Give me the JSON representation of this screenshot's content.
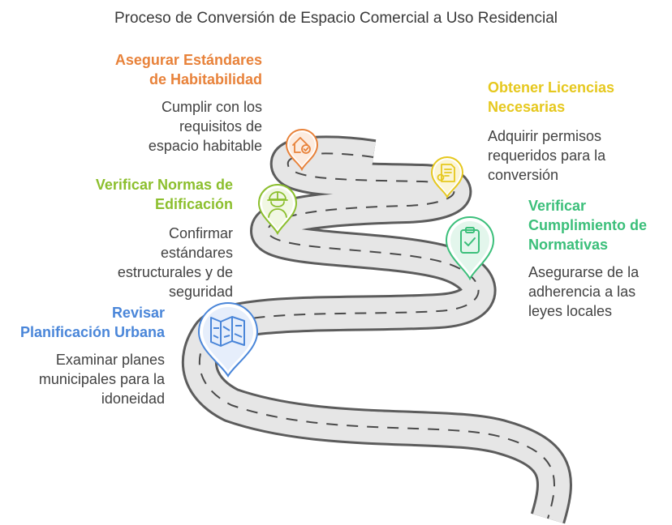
{
  "title": "Proceso de Conversión de Espacio Comercial a Uso Residencial",
  "steps": [
    {
      "title_lines": [
        "Revisar",
        "Planificación Urbana"
      ],
      "desc_lines": [
        "Examinar planes",
        "municipales para la",
        "idoneidad"
      ],
      "color": "#4a86d9",
      "icon": "city-map-icon"
    },
    {
      "title_lines": [
        "Verificar Normas de",
        "Edificación"
      ],
      "desc_lines": [
        "Confirmar",
        "estándares",
        "estructurales y de",
        "seguridad"
      ],
      "color": "#8cbf2e",
      "icon": "construction-worker-icon"
    },
    {
      "title_lines": [
        "Asegurar Estándares",
        "de Habitabilidad"
      ],
      "desc_lines": [
        "Cumplir con los",
        "requisitos de",
        "espacio habitable"
      ],
      "color": "#e8823a",
      "icon": "house-check-icon"
    },
    {
      "title_lines": [
        "Obtener Licencias",
        "Necesarias"
      ],
      "desc_lines": [
        "Adquirir permisos",
        "requeridos para la",
        "conversión"
      ],
      "color": "#e6c81e",
      "icon": "license-document-icon"
    },
    {
      "title_lines": [
        "Verificar",
        "Cumplimiento de",
        "Normativas"
      ],
      "desc_lines": [
        "Asegurarse de la",
        "adherencia a las",
        "leyes locales"
      ],
      "color": "#3bbf7a",
      "icon": "clipboard-check-icon"
    }
  ]
}
